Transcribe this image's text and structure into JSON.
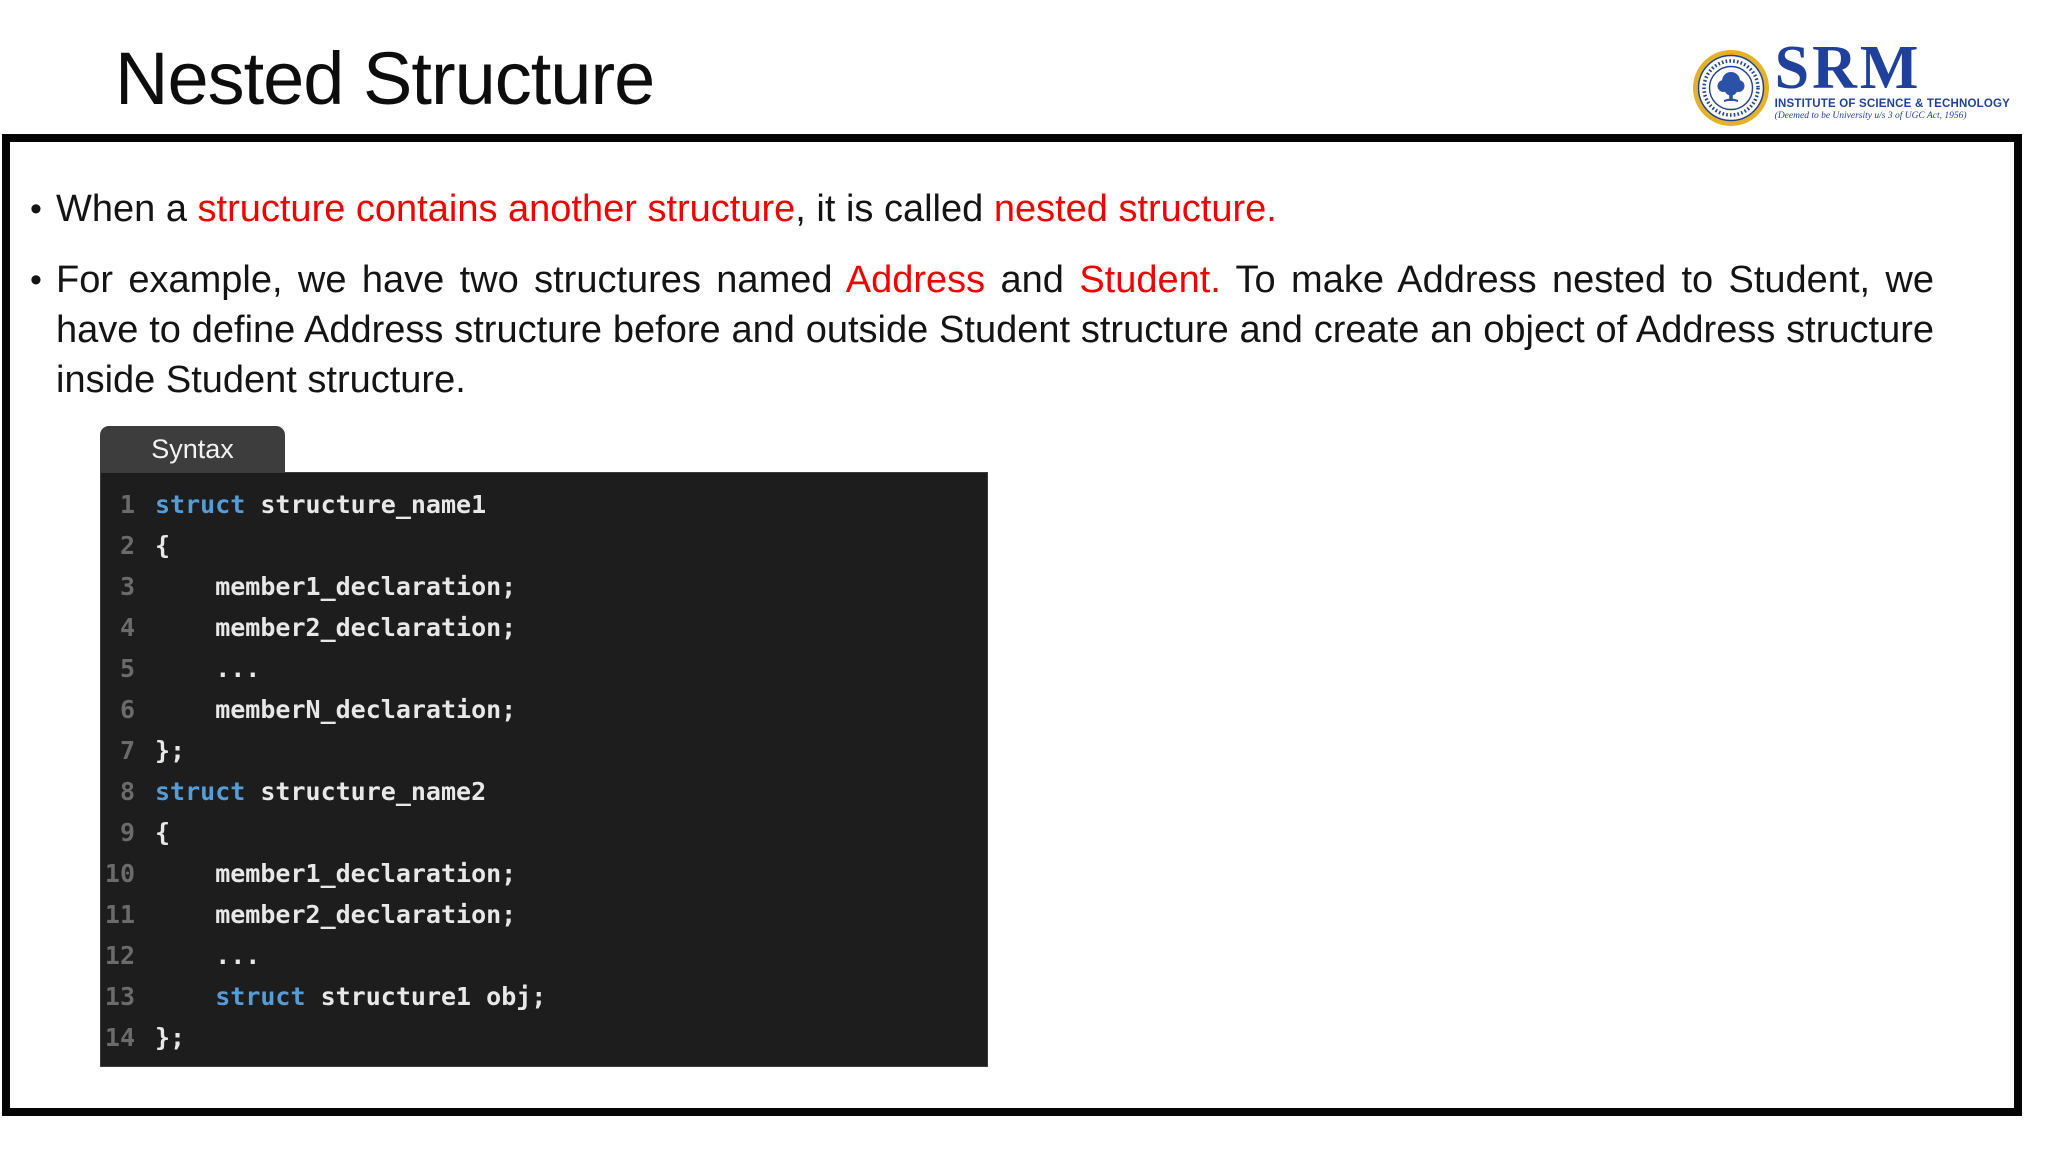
{
  "slide": {
    "title": "Nested Structure",
    "logo": {
      "brand": "SRM",
      "line1": "INSTITUTE OF SCIENCE & TECHNOLOGY",
      "line2": "(Deemed to be University u/s 3 of UGC Act, 1956)"
    },
    "bullets": [
      {
        "justify": false,
        "segments": [
          {
            "text": "When a ",
            "red": false
          },
          {
            "text": "structure contains another structure",
            "red": true
          },
          {
            "text": ", it is called ",
            "red": false
          },
          {
            "text": "nested structure.",
            "red": true
          }
        ]
      },
      {
        "justify": true,
        "segments": [
          {
            "text": "For example, we have two structures named ",
            "red": false
          },
          {
            "text": "Address",
            "red": true
          },
          {
            "text": " and ",
            "red": false
          },
          {
            "text": "Student.",
            "red": true
          },
          {
            "text": " To make Address nested to Student, we have to define Address structure before and outside Student structure and create an object of Address structure inside Student structure.",
            "red": false
          }
        ]
      }
    ],
    "code_panel": {
      "tab_label": "Syntax",
      "lines": [
        {
          "num": "1",
          "segments": [
            {
              "t": "struct",
              "k": true
            },
            {
              "t": " structure_name1"
            }
          ]
        },
        {
          "num": "2",
          "segments": [
            {
              "t": "{"
            }
          ]
        },
        {
          "num": "3",
          "segments": [
            {
              "t": "    member1_declaration;"
            }
          ]
        },
        {
          "num": "4",
          "segments": [
            {
              "t": "    member2_declaration;"
            }
          ]
        },
        {
          "num": "5",
          "segments": [
            {
              "t": "    ..."
            }
          ]
        },
        {
          "num": "6",
          "segments": [
            {
              "t": "    memberN_declaration;"
            }
          ]
        },
        {
          "num": "7",
          "segments": [
            {
              "t": "};"
            }
          ]
        },
        {
          "num": "8",
          "segments": [
            {
              "t": "struct",
              "k": true
            },
            {
              "t": " structure_name2"
            }
          ]
        },
        {
          "num": "9",
          "segments": [
            {
              "t": "{"
            }
          ]
        },
        {
          "num": "10",
          "segments": [
            {
              "t": "    member1_declaration;"
            }
          ]
        },
        {
          "num": "11",
          "segments": [
            {
              "t": "    member2_declaration;"
            }
          ]
        },
        {
          "num": "12",
          "segments": [
            {
              "t": "    ..."
            }
          ]
        },
        {
          "num": "13",
          "segments": [
            {
              "t": "    "
            },
            {
              "t": "struct",
              "k": true
            },
            {
              "t": " structure1 obj;"
            }
          ]
        },
        {
          "num": "14",
          "segments": [
            {
              "t": "};"
            }
          ]
        }
      ]
    },
    "colors": {
      "accent_red": "#F20000",
      "keyword_blue": "#569CD6",
      "code_plain": "#E8E8E8",
      "code_bg": "#1D1D1D",
      "tab_bg": "#3D3D3D",
      "line_number_grey": "#6B6B6B",
      "brand_blue": "#1F419B",
      "emblem_gold": "#E3B229"
    }
  }
}
